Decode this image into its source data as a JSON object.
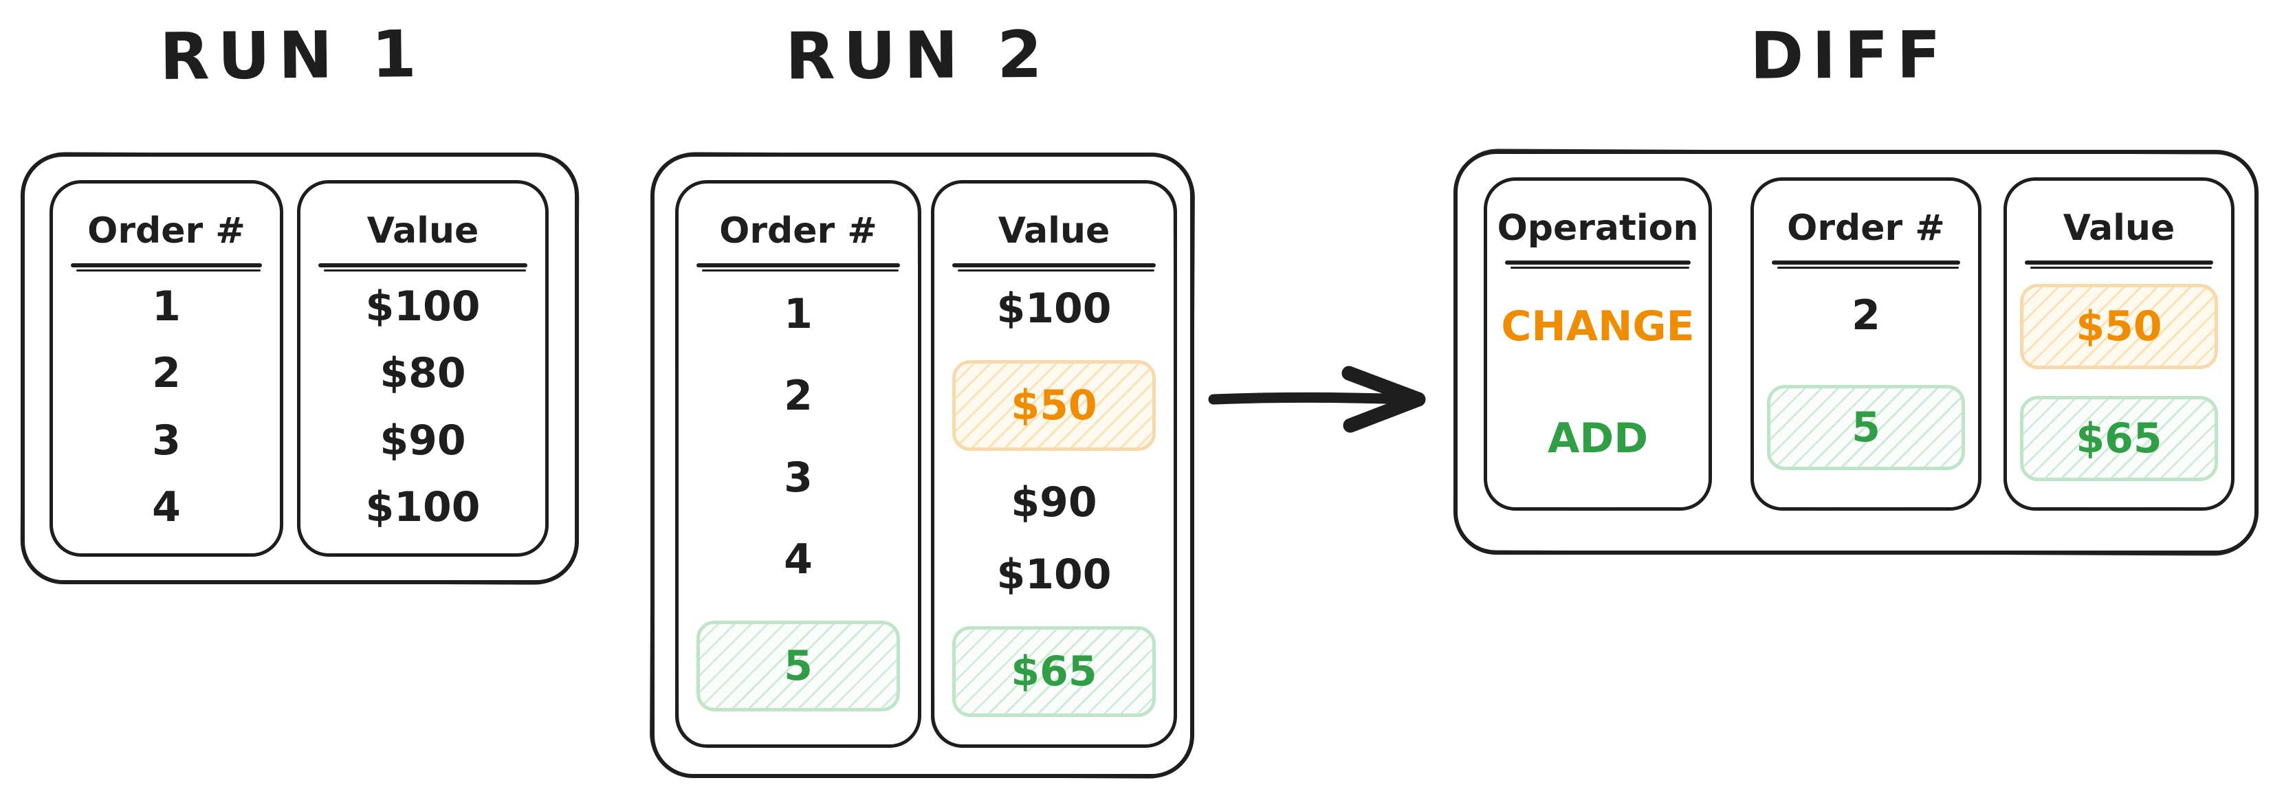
{
  "colors": {
    "ink": "#1e1e1e",
    "orange_text": "#f08c00",
    "orange_box_border": "#f8d9ab",
    "green_text": "#2f9e44",
    "green_box_border": "#bfe5c8",
    "background": "#ffffff"
  },
  "run1": {
    "title": "RUN 1",
    "columns": [
      {
        "header": "Order #",
        "cells": [
          {
            "text": "1",
            "highlight": "none"
          },
          {
            "text": "2",
            "highlight": "none"
          },
          {
            "text": "3",
            "highlight": "none"
          },
          {
            "text": "4",
            "highlight": "none"
          }
        ]
      },
      {
        "header": "Value",
        "cells": [
          {
            "text": "$100",
            "highlight": "none"
          },
          {
            "text": "$80",
            "highlight": "none"
          },
          {
            "text": "$90",
            "highlight": "none"
          },
          {
            "text": "$100",
            "highlight": "none"
          }
        ]
      }
    ]
  },
  "run2": {
    "title": "RUN 2",
    "columns": [
      {
        "header": "Order #",
        "cells": [
          {
            "text": "1",
            "highlight": "none"
          },
          {
            "text": "2",
            "highlight": "none"
          },
          {
            "text": "3",
            "highlight": "none"
          },
          {
            "text": "4",
            "highlight": "none"
          },
          {
            "text": "5",
            "highlight": "green"
          }
        ]
      },
      {
        "header": "Value",
        "cells": [
          {
            "text": "$100",
            "highlight": "none"
          },
          {
            "text": "$50",
            "highlight": "orange"
          },
          {
            "text": "$90",
            "highlight": "none"
          },
          {
            "text": "$100",
            "highlight": "none"
          },
          {
            "text": "$65",
            "highlight": "green"
          }
        ]
      }
    ]
  },
  "arrow": {
    "direction": "right"
  },
  "diff": {
    "title": "DIFF",
    "columns": [
      {
        "header": "Operation",
        "cells": [
          {
            "text": "CHANGE",
            "highlight": "orange-text"
          },
          {
            "text": "ADD",
            "highlight": "green-text"
          }
        ]
      },
      {
        "header": "Order #",
        "cells": [
          {
            "text": "2",
            "highlight": "none"
          },
          {
            "text": "5",
            "highlight": "green"
          }
        ]
      },
      {
        "header": "Value",
        "cells": [
          {
            "text": "$50",
            "highlight": "orange"
          },
          {
            "text": "$65",
            "highlight": "green"
          }
        ]
      }
    ]
  }
}
